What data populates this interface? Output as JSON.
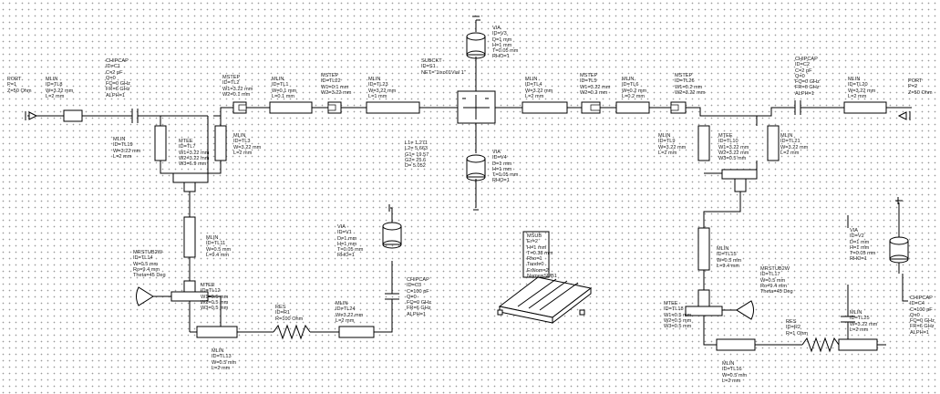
{
  "components": {
    "port1": {
      "lines": [
        "PORT",
        "P=1",
        "Z=50 Ohm"
      ]
    },
    "tl8": {
      "lines": [
        "MLIN",
        "ID=TL8",
        "W=3.22 mm",
        "L=2 mm"
      ]
    },
    "c1": {
      "lines": [
        "CHIPCAP",
        "ID=C1",
        "C=2 pF",
        "Q=0",
        "FQ=0 GHz",
        "FR=6 GHz",
        "ALPH=1"
      ]
    },
    "tl19": {
      "lines": [
        "MLIN",
        "ID=TL19",
        "W=3.22 mm",
        "L=2 mm"
      ]
    },
    "tl7": {
      "lines": [
        "MTEE",
        "ID=TL7",
        "W1=3.22 mm",
        "W2=3.22 mm",
        "W3=6.9 mm"
      ]
    },
    "tl2": {
      "lines": [
        "MSTEP",
        "ID=TL2",
        "W1=3.22 mm",
        "W2=0.1 mm"
      ]
    },
    "tl3": {
      "lines": [
        "MLIN",
        "ID=TL3",
        "W=3.22 mm",
        "L=2 mm"
      ]
    },
    "tl1": {
      "lines": [
        "MLIN",
        "ID=TL1",
        "W=0.1 mm",
        "L=0.1 mm"
      ]
    },
    "tl22": {
      "lines": [
        "MSTEP",
        "ID=TL22",
        "W1=0.1 mm",
        "W2=3.22 mm"
      ]
    },
    "tl23": {
      "lines": [
        "MLIN",
        "ID=TL23",
        "W=3.22 mm",
        "L=1 mm"
      ]
    },
    "s1": {
      "lines": [
        "SUBCKT",
        "ID=S1",
        "NET=\"1ixo01Vial 1\""
      ]
    },
    "v3": {
      "lines": [
        "VIA",
        "ID=V3",
        "D=1 mm",
        "H=1 mm",
        "T=0.05 mm",
        "RHO=1"
      ]
    },
    "v4": {
      "lines": [
        "VIA",
        "ID=V4",
        "D=1 mm",
        "H=1 mm",
        "T=0.05 mm",
        "RHO=1"
      ]
    },
    "params": {
      "lines": [
        "L1= 1.271",
        "",
        "L2= 5.663",
        "",
        "G1= 19.57",
        "",
        "G2= 25.6",
        "D= 5.052"
      ]
    },
    "tl4": {
      "lines": [
        "MLIN",
        "ID=TL4",
        "W=3.22 mm",
        "L=2 mm"
      ]
    },
    "tl5": {
      "lines": [
        "MSTEP",
        "ID=TL5",
        "W1=3.22 mm",
        "W2=0.2 mm"
      ]
    },
    "tl6": {
      "lines": [
        "MLIN",
        "ID=TL6",
        "W=0.2 mm",
        "L=0.2 mm"
      ]
    },
    "tl26": {
      "lines": [
        "MSTEP",
        "ID=TL26",
        "W1=0.2 mm",
        "W2=3.22 mm"
      ]
    },
    "c2": {
      "lines": [
        "CHIPCAP",
        "ID=C2",
        "C=2 pF",
        "Q=0",
        "FQ=0 GHz",
        "FR=6 GHz",
        "ALPH=1"
      ]
    },
    "tl20": {
      "lines": [
        "MLIN",
        "ID=TL20",
        "W=3.22 mm",
        "L=2 mm"
      ]
    },
    "port2": {
      "lines": [
        "PORT",
        "P=2",
        "Z=50 Ohm"
      ]
    },
    "tl9": {
      "lines": [
        "MLIN",
        "ID=TL9",
        "W=3.22 mm",
        "L=2 mm"
      ]
    },
    "tl10": {
      "lines": [
        "MTEE",
        "ID=TL10",
        "W1=3.22 mm",
        "W2=3.22 mm",
        "W3=0.5 mm"
      ]
    },
    "tl21": {
      "lines": [
        "MLIN",
        "ID=TL21",
        "W=3.22 mm",
        "L=2 mm"
      ]
    },
    "tl11": {
      "lines": [
        "MLIN",
        "ID=TL11",
        "W=0.5 mm",
        "L=9.4 mm"
      ]
    },
    "tl14": {
      "lines": [
        "MRSTUB2W",
        "ID=TL14",
        "W=0.5 mm",
        "Ro=9.4 mm",
        "Theta=45 Deg"
      ]
    },
    "tl12": {
      "lines": [
        "MTEE",
        "ID=TL12",
        "W1=0.5 mm",
        "W2=0.5 mm",
        "W3=0.5 mm"
      ]
    },
    "tl13": {
      "lines": [
        "MLIN",
        "ID=TL13",
        "W=0.5 mm",
        "L=2 mm"
      ]
    },
    "r1": {
      "lines": [
        "RES",
        "ID=R1",
        "R=100 Ohm"
      ]
    },
    "tl24": {
      "lines": [
        "MLIN",
        "ID=TL24",
        "W=3.22 mm",
        "L=2 mm"
      ]
    },
    "v1": {
      "lines": [
        "VIA",
        "ID=V1",
        "D=1 mm",
        "H=1 mm",
        "T=0.05 mm",
        "RHO=1"
      ]
    },
    "c3": {
      "lines": [
        "CHIPCAP",
        "ID=C3",
        "C=100 pF",
        "Q=0",
        "FQ=0 GHz",
        "FR=6 GHz",
        "ALPH=1"
      ]
    },
    "msub": {
      "lines": [
        "MSUB",
        "Er=2",
        "H=1 mm",
        "T=0.38 mm",
        "Rho=1",
        "Tand=0",
        "ErNom=2",
        "Name=SUB1"
      ]
    },
    "tl15": {
      "lines": [
        "MLIN",
        "ID=TL15",
        "W=0.5 mm",
        "L=9.4 mm"
      ]
    },
    "tl17": {
      "lines": [
        "MRSTUB2W",
        "ID=TL17",
        "W=0.5 mm",
        "Ro=9.4 mm",
        "Theta=45 Deg"
      ]
    },
    "tl18": {
      "lines": [
        "MTEE",
        "ID=TL18",
        "W1=0.5 mm",
        "W2=0.5 mm",
        "W3=0.5 mm"
      ]
    },
    "r2": {
      "lines": [
        "RES",
        "ID=R2",
        "R=1 Ohm"
      ]
    },
    "tl25": {
      "lines": [
        "MLIN",
        "ID=TL25",
        "W=3.22 mm",
        "L=2 mm"
      ]
    },
    "tl16": {
      "lines": [
        "MLIN",
        "ID=TL16",
        "W=0.5 mm",
        "L=2 mm"
      ]
    },
    "v2": {
      "lines": [
        "VIA",
        "ID=V2",
        "D=1 mm",
        "H=1 mm",
        "T=0.05 mm",
        "RHO=1"
      ]
    },
    "c4": {
      "lines": [
        "CHIPCAP",
        "ID=C4",
        "C=100 pF",
        "Q=0",
        "FQ=0 GHz",
        "FR=6 GHz",
        "ALPH=1"
      ]
    }
  }
}
